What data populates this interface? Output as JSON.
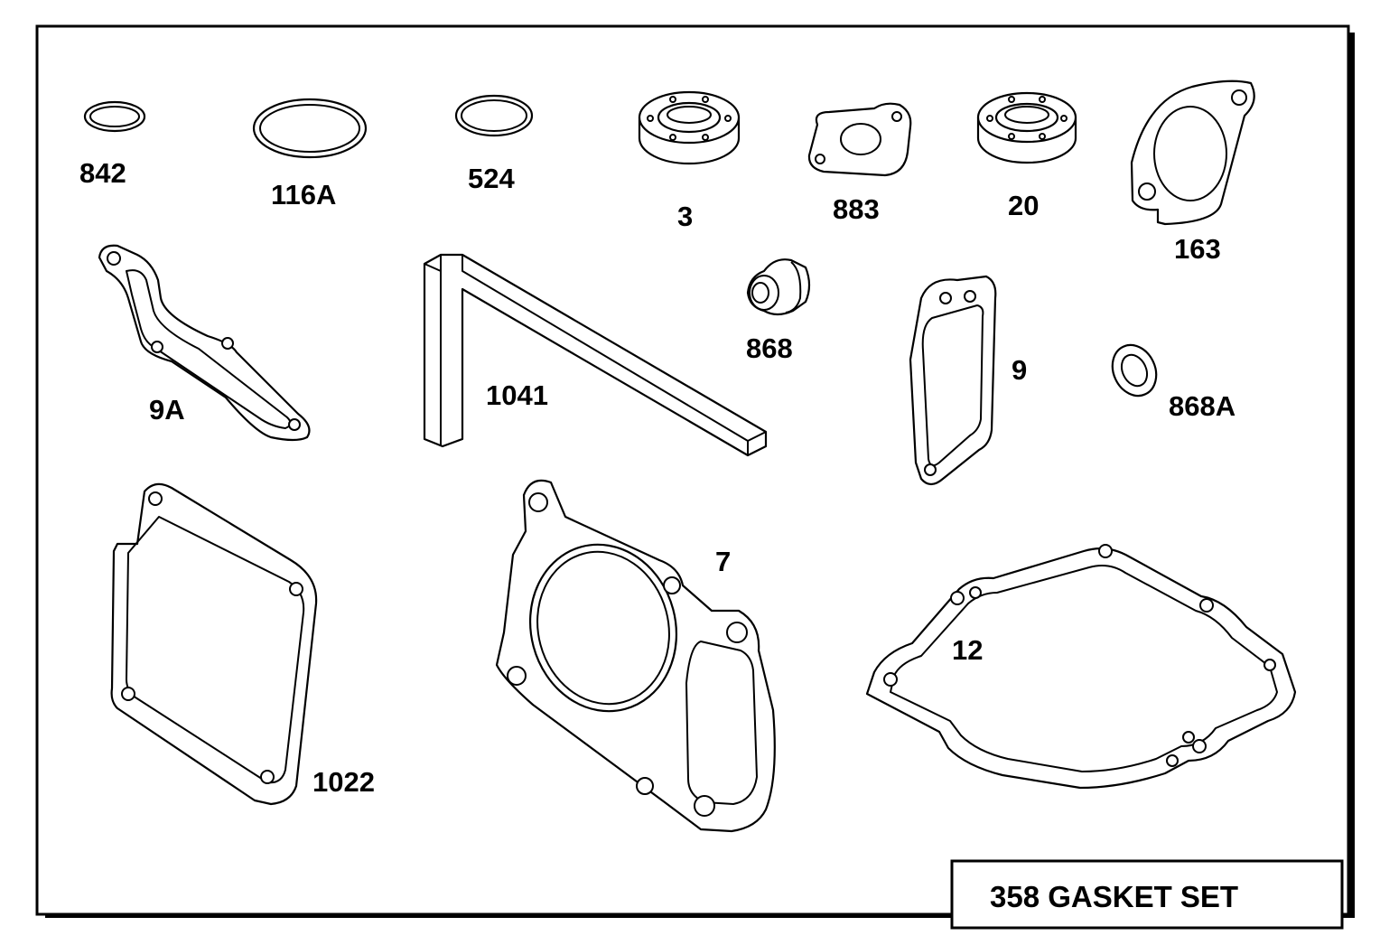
{
  "title_box": {
    "text": "358 GASKET SET"
  },
  "parts": {
    "p842": "842",
    "p116A": "116A",
    "p524": "524",
    "p3": "3",
    "p883": "883",
    "p20": "20",
    "p163": "163",
    "p9A": "9A",
    "p1041": "1041",
    "p868": "868",
    "p9": "9",
    "p868A": "868A",
    "p1022": "1022",
    "p7": "7",
    "p12": "12"
  }
}
